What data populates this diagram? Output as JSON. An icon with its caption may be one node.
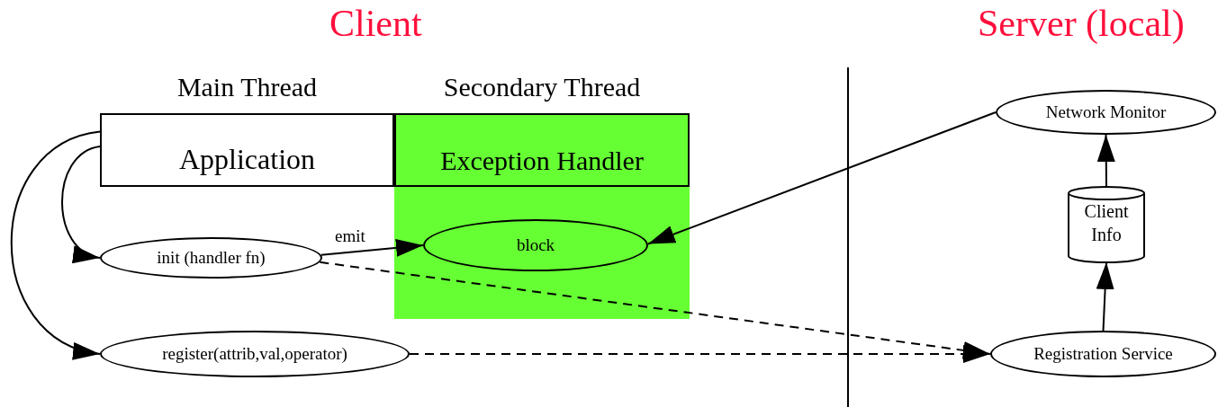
{
  "diagram": {
    "nodes": [
      {
        "text": [
          "Main Thread",
          "Application"
        ]
      },
      {
        "text": [
          "Secondary Thread",
          "Exception Handler"
        ]
      },
      {
        "text": [
          "block"
        ],
        "in": 1
      },
      {
        "text": [
          "init (handler fn)"
        ]
      },
      {
        "text": [
          "register(attrib,val,operator)"
        ]
      },
      {
        "text": [
          "Network Monitor"
        ]
      },
      {
        "text": [
          "Client Info"
        ]
      },
      {
        "text": [
          "Registration Service"
        ]
      }
    ],
    "edges": [
      {
        "from": 0,
        "to": 3,
        "arrow": "to"
      },
      {
        "from": 0,
        "to": 4,
        "arrow": "to"
      },
      {
        "from": 3,
        "to": 2,
        "arrow": "to",
        "label": "emit"
      },
      {
        "from": 5,
        "to": 2,
        "arrow": "to"
      },
      {
        "from": 3,
        "to": 7,
        "arrow": "to",
        "style": "dashed"
      },
      {
        "from": 4,
        "to": 7,
        "arrow": "to",
        "style": "dashed"
      },
      {
        "from": 7,
        "to": 6,
        "arrow": "to"
      },
      {
        "from": 6,
        "to": 5,
        "arrow": "to"
      }
    ],
    "labels": [
      "Client",
      "Server (local)"
    ]
  }
}
